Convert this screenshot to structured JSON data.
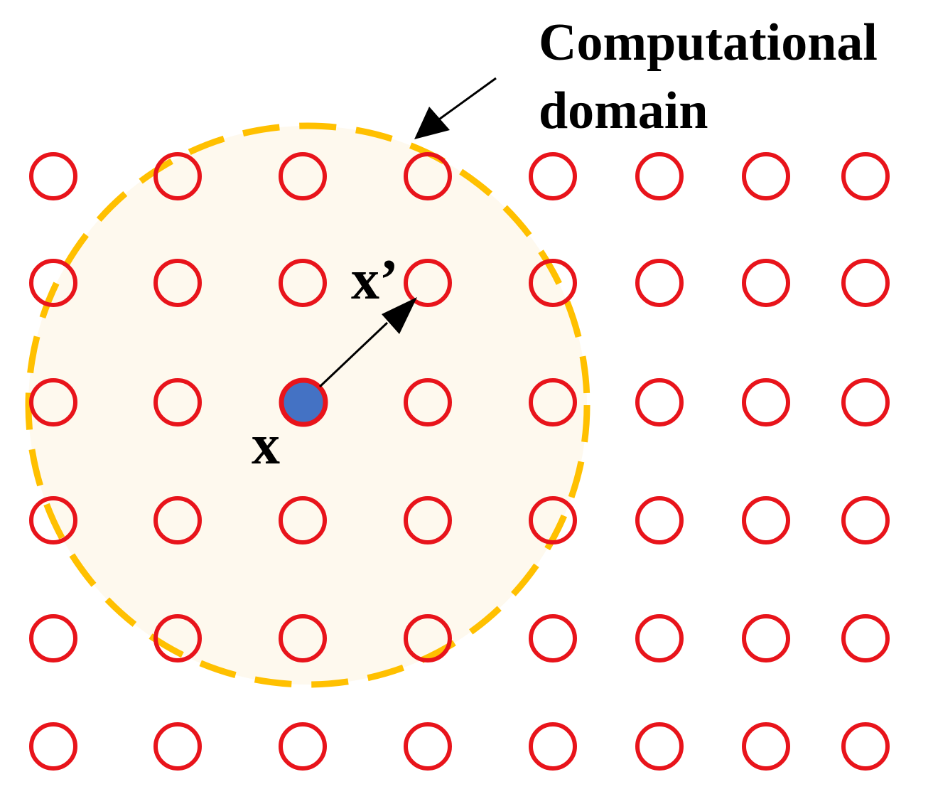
{
  "labels": {
    "domain_line1": "Computational",
    "domain_line2": "domain",
    "point_x": "x",
    "point_x_prime": "x’"
  },
  "colors": {
    "node_stroke": "#e8141b",
    "center_fill": "#4472c4",
    "domain_fill": "#fef9ee",
    "domain_stroke": "#ffc000",
    "arrow": "#000000"
  },
  "icons": {
    "node": "hollow-circle",
    "center": "filled-circle"
  }
}
